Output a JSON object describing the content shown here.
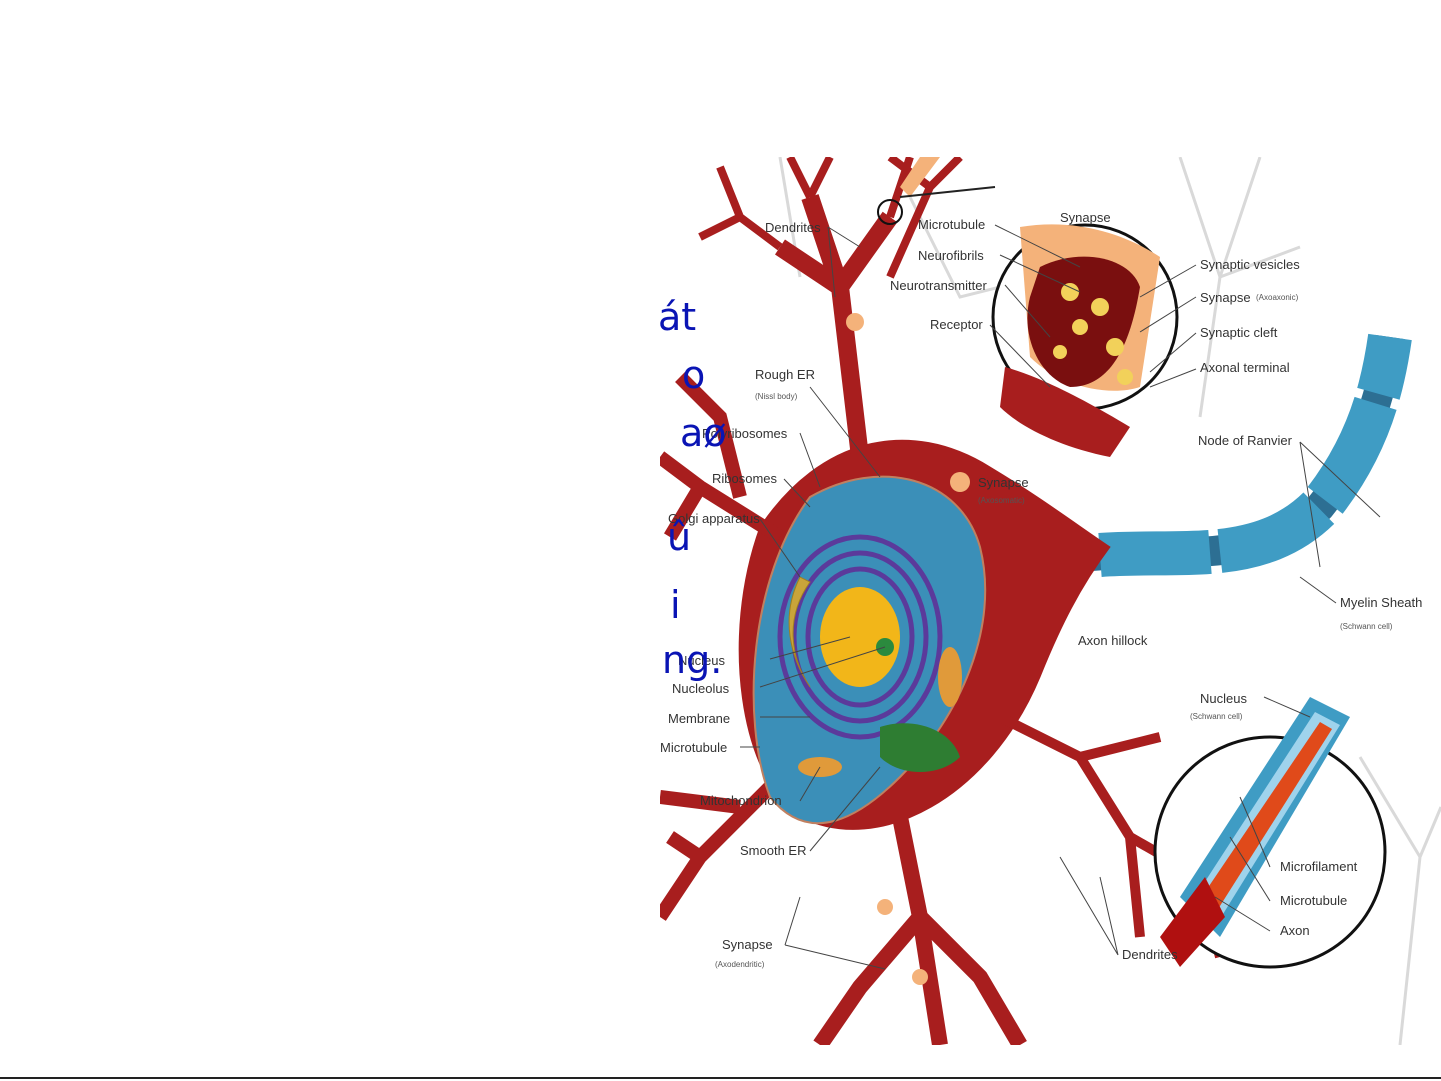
{
  "slide": {
    "overlay_fragments": [
      "át",
      "o",
      "aø",
      "û",
      "i",
      "ng."
    ]
  },
  "diagram": {
    "labels": {
      "dendrites_top": "Dendrites",
      "microtubule_top": "Microtubule",
      "neurofibrils": "Neurofibrils",
      "neurotransmitter": "Neurotransmitter",
      "receptor": "Receptor",
      "synapse_inset": "Synapse",
      "synaptic_vesicles": "Synaptic vesicles",
      "synapse_axoaxonic": "Synapse",
      "synapse_axoaxonic_sub": "(Axoaxonic)",
      "synaptic_cleft": "Synaptic cleft",
      "axonal_terminal": "Axonal terminal",
      "rough_er": "Rough ER",
      "rough_er_sub": "(Nissl body)",
      "polyribosomes": "Polyribosomes",
      "ribosomes": "Ribosomes",
      "node_of_ranvier": "Node of Ranvier",
      "synapse_axosomatic": "Synapse",
      "synapse_axosomatic_sub": "(Axosomatic)",
      "golgi_apparatus": "Golgi apparatus",
      "myelin_sheath": "Myelin Sheath",
      "myelin_sheath_sub": "(Schwann cell)",
      "axon_hillock": "Axon hillock",
      "nucleus": "Nucleus",
      "nucleolus": "Nucleolus",
      "membrane": "Membrane",
      "microtubule": "Microtubule",
      "nucleus_schwann": "Nucleus",
      "nucleus_schwann_sub": "(Schwann cell)",
      "mitochondrion": "Mitochondrion",
      "smooth_er": "Smooth ER",
      "microfilament": "Microfilament",
      "microtubule_axon": "Microtubule",
      "axon": "Axon",
      "synapse_axodendritic": "Synapse",
      "synapse_axodendritic_sub": "(Axodendritic)",
      "dendrites_bottom": "Dendrites"
    },
    "colors": {
      "neuron": "#a81e1e",
      "cytoplasm": "#3b8fb8",
      "nucleus": "#f2b619",
      "er": "#5b3a9b",
      "myelin": "#3f9cc4",
      "terminal": "#f4b27a"
    }
  }
}
